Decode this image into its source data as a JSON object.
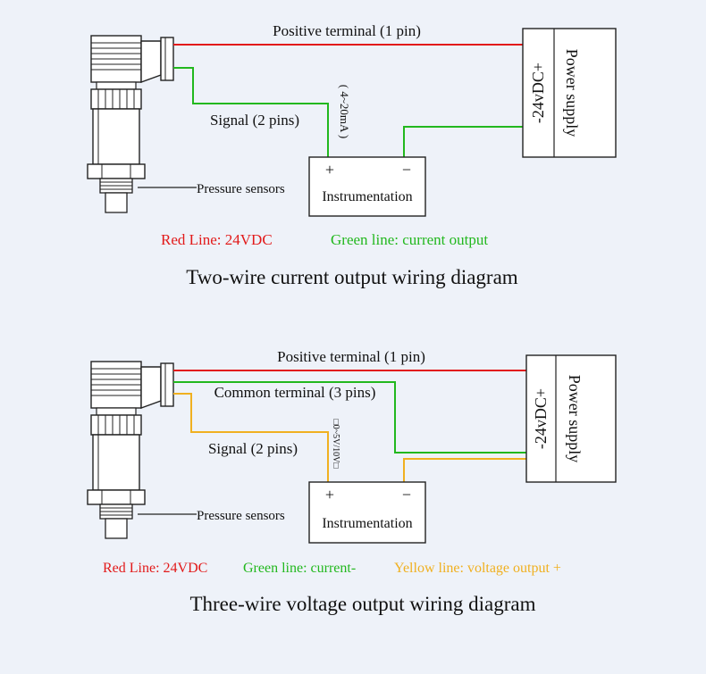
{
  "colors": {
    "red_wire": "#e21a1a",
    "green_wire": "#22b81e",
    "yellow_wire": "#f0b020",
    "outline": "#222222",
    "background": "#eef2f9"
  },
  "diagram1": {
    "title": "Two-wire current output wiring diagram",
    "wire_positive": "Positive terminal (1 pin)",
    "wire_signal": "Signal (2 pins)",
    "current_range": "( 4~20mA )",
    "sensor_label": "Pressure sensors",
    "instrument_label": "Instrumentation",
    "instrument_plus": "+",
    "instrument_minus": "−",
    "power_label": "Power supply",
    "power_voltage": "-24vDC+",
    "legend_red": "Red Line: 24VDC",
    "legend_green": "Green line: current output"
  },
  "diagram2": {
    "title": "Three-wire voltage output wiring diagram",
    "wire_positive": "Positive terminal (1 pin)",
    "wire_common": "Common terminal (3 pins)",
    "wire_signal": "Signal (2 pins)",
    "voltage_range": "□0~5V/10V□",
    "sensor_label": "Pressure sensors",
    "instrument_label": "Instrumentation",
    "instrument_plus": "+",
    "instrument_minus": "−",
    "power_label": "Power supply",
    "power_voltage": "-24vDC+",
    "legend_red": "Red Line: 24VDC",
    "legend_green": "Green line: current-",
    "legend_yellow": "Yellow line: voltage output +"
  }
}
